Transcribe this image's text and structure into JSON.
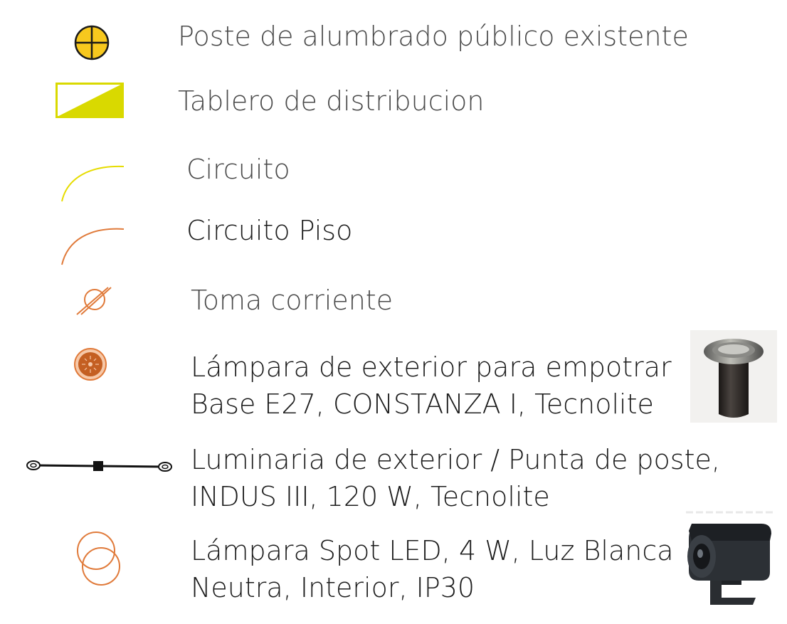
{
  "legend": {
    "items": [
      {
        "icon": "yellow-cross-circle-icon",
        "lines": [
          "Poste de alumbrado público existente"
        ]
      },
      {
        "icon": "yellow-triangle-panel-icon",
        "lines": [
          "Tablero de distribucion"
        ]
      },
      {
        "icon": "yellow-arc-icon",
        "lines": [
          "Circuito"
        ]
      },
      {
        "icon": "orange-arc-icon",
        "lines": [
          "Circuito Piso"
        ]
      },
      {
        "icon": "orange-struck-circle-icon",
        "lines": [
          "Toma corriente"
        ]
      },
      {
        "icon": "orange-recessed-lamp-icon",
        "lines": [
          "Lámpara de exterior para empotrar",
          "Base E27, CONSTANZA I, Tecnolite"
        ]
      },
      {
        "icon": "double-head-street-luminaire-icon",
        "lines": [
          "Luminaria de exterior / Punta de poste,",
          "INDUS III, 120 W, Tecnolite"
        ]
      },
      {
        "icon": "orange-spot-icon",
        "lines": [
          "Lámpara Spot LED, 4 W, Luz Blanca",
          "Neutra, Interior, IP30"
        ]
      }
    ]
  },
  "colors": {
    "yellow": "#f5c518",
    "lime": "#d9d900",
    "orange": "#e07a3a",
    "text_gray": "#4a4a4a",
    "text_dark": "#1c1c1c"
  }
}
